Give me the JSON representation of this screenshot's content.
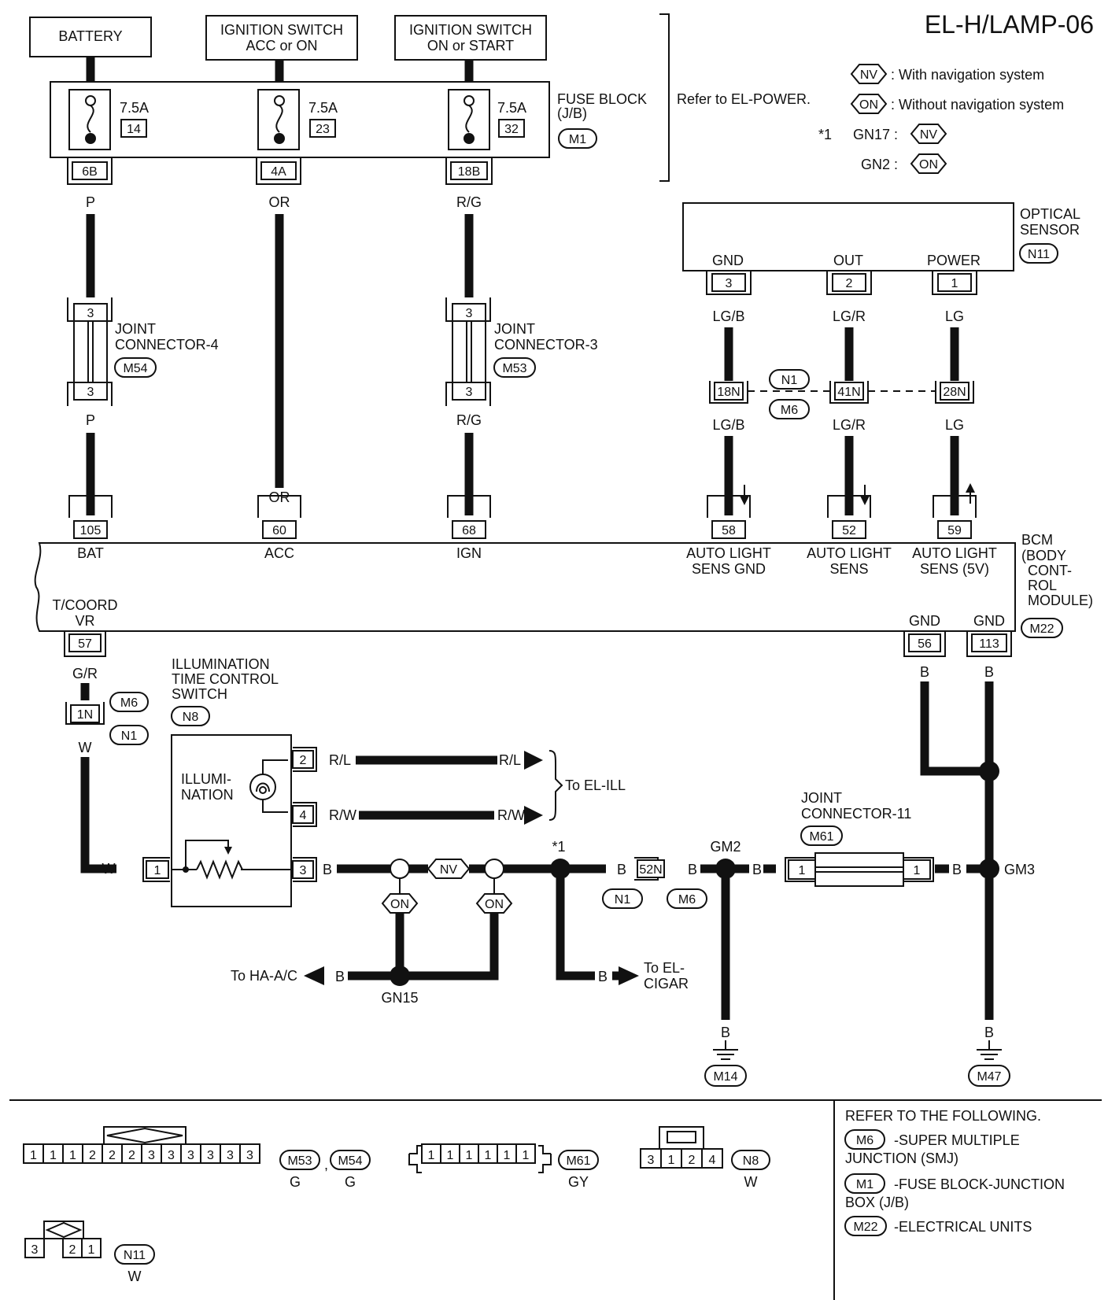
{
  "title": "EL-H/LAMP-06",
  "legend": {
    "nv_tag": "NV",
    "nv_text": ": With navigation system",
    "on_tag": "ON",
    "on_text": ": Without navigation system",
    "star1": "*1",
    "gn17": "GN17 :",
    "gn2": "GN2 :"
  },
  "supplies": {
    "battery": "BATTERY",
    "ign_acc_1": "IGNITION SWITCH",
    "ign_acc_2": "ACC or ON",
    "ign_on_1": "IGNITION SWITCH",
    "ign_on_2": "ON or START",
    "refer_power": "Refer to EL-POWER."
  },
  "fuse_block": {
    "label_1": "FUSE BLOCK",
    "label_2": "(J/B)",
    "conn": "M1",
    "fuses": [
      {
        "amp": "7.5A",
        "num": "14",
        "term": "6B",
        "wire": "P"
      },
      {
        "amp": "7.5A",
        "num": "23",
        "term": "4A",
        "wire": "OR"
      },
      {
        "amp": "7.5A",
        "num": "32",
        "term": "18B",
        "wire": "R/G"
      }
    ]
  },
  "joint4": {
    "label_1": "JOINT",
    "label_2": "CONNECTOR-4",
    "conn": "M54",
    "pin_top": "3",
    "pin_bot": "3",
    "wire_below": "P"
  },
  "joint3": {
    "label_1": "JOINT",
    "label_2": "CONNECTOR-3",
    "conn": "M53",
    "pin_top": "3",
    "pin_bot": "3",
    "wire_below": "R/G"
  },
  "acc_wire_low": "OR",
  "optical": {
    "label_1": "OPTICAL",
    "label_2": "SENSOR",
    "conn": "N11",
    "pins": [
      {
        "name": "GND",
        "num": "3",
        "wire": "LG/B",
        "junc": "18N",
        "wire2": "LG/B"
      },
      {
        "name": "OUT",
        "num": "2",
        "wire": "LG/R",
        "junc": "41N",
        "wire2": "LG/R"
      },
      {
        "name": "POWER",
        "num": "1",
        "wire": "LG",
        "junc": "28N",
        "wire2": "LG"
      }
    ],
    "jn1": "N1",
    "jm6": "M6"
  },
  "bcm": {
    "label_1": "BCM",
    "label_2": "(BODY",
    "label_3": "CONT-",
    "label_4": "ROL",
    "label_5": "MODULE)",
    "conn": "M22",
    "terms_top": [
      {
        "num": "105",
        "name": "BAT"
      },
      {
        "num": "60",
        "name": "ACC"
      },
      {
        "num": "68",
        "name": "IGN"
      },
      {
        "num": "58",
        "name_1": "AUTO LIGHT",
        "name_2": "SENS GND"
      },
      {
        "num": "52",
        "name_1": "AUTO LIGHT",
        "name_2": "SENS"
      },
      {
        "num": "59",
        "name_1": "AUTO LIGHT",
        "name_2": "SENS (5V)"
      }
    ],
    "tcoord_1": "T/COORD",
    "tcoord_2": "VR",
    "tcoord_num": "57",
    "gnd_1": "GND",
    "gnd_1_num": "56",
    "gnd_2": "GND",
    "gnd_2_num": "113"
  },
  "lower": {
    "gr": "G/R",
    "j1n": "1N",
    "m6": "M6",
    "n1": "N1",
    "w": "W",
    "w2": "W",
    "b_56": "B",
    "b_113": "B"
  },
  "switch": {
    "label_1": "ILLUMINATION",
    "label_2": "TIME CONTROL",
    "label_3": "SWITCH",
    "conn": "N8",
    "illum_1": "ILLUMI-",
    "illum_2": "NATION",
    "pin2": "2",
    "pin4": "4",
    "pin1": "1",
    "pin3": "3",
    "rl_1": "R/L",
    "rl_2": "R/L",
    "rw_1": "R/W",
    "rw_2": "R/W",
    "to_ill": "To EL-ILL"
  },
  "ground": {
    "b1": "B",
    "nv": "NV",
    "on1": "ON",
    "on2": "ON",
    "to_ha": "To HA-A/C",
    "b_ha": "B",
    "gn15": "GN15",
    "star1": "*1",
    "b_cig": "B",
    "to_cig_1": "To EL-",
    "to_cig_2": "CIGAR",
    "b2": "B",
    "j52n": "52N",
    "b3": "B",
    "n1": "N1",
    "m6": "M6",
    "gm2": "GM2",
    "b4": "B",
    "jc11_1": "JOINT",
    "jc11_2": "CONNECTOR-11",
    "m61": "M61",
    "jc11_pin_l": "1",
    "jc11_pin_r": "1",
    "b5": "B",
    "gm3": "GM3",
    "b_m14": "B",
    "m14": "M14",
    "b_m47": "B",
    "m47": "M47"
  },
  "connectors": {
    "m53m54_pins": [
      "1",
      "1",
      "1",
      "2",
      "2",
      "2",
      "3",
      "3",
      "3",
      "3",
      "3",
      "3"
    ],
    "m53": "M53",
    "comma": ",",
    "m54": "M54",
    "g1": "G",
    "g2": "G",
    "m61_pins": [
      "1",
      "1",
      "1",
      "1",
      "1",
      "1"
    ],
    "m61": "M61",
    "gy": "GY",
    "n8_pins": [
      "3",
      "1",
      "2",
      "4"
    ],
    "n8": "N8",
    "w_n8": "W",
    "n11_pins": [
      "3",
      "2",
      "1"
    ],
    "n11": "N11",
    "w_n11": "W"
  },
  "refer": {
    "title": "REFER TO THE FOLLOWING.",
    "m6": "M6",
    "m6_text": "-SUPER MULTIPLE",
    "m6_text2": "JUNCTION (SMJ)",
    "m1": "M1",
    "m1_text": "-FUSE BLOCK-JUNCTION",
    "m1_text2": "BOX (J/B)",
    "m22": "M22",
    "m22_text": "-ELECTRICAL UNITS"
  }
}
